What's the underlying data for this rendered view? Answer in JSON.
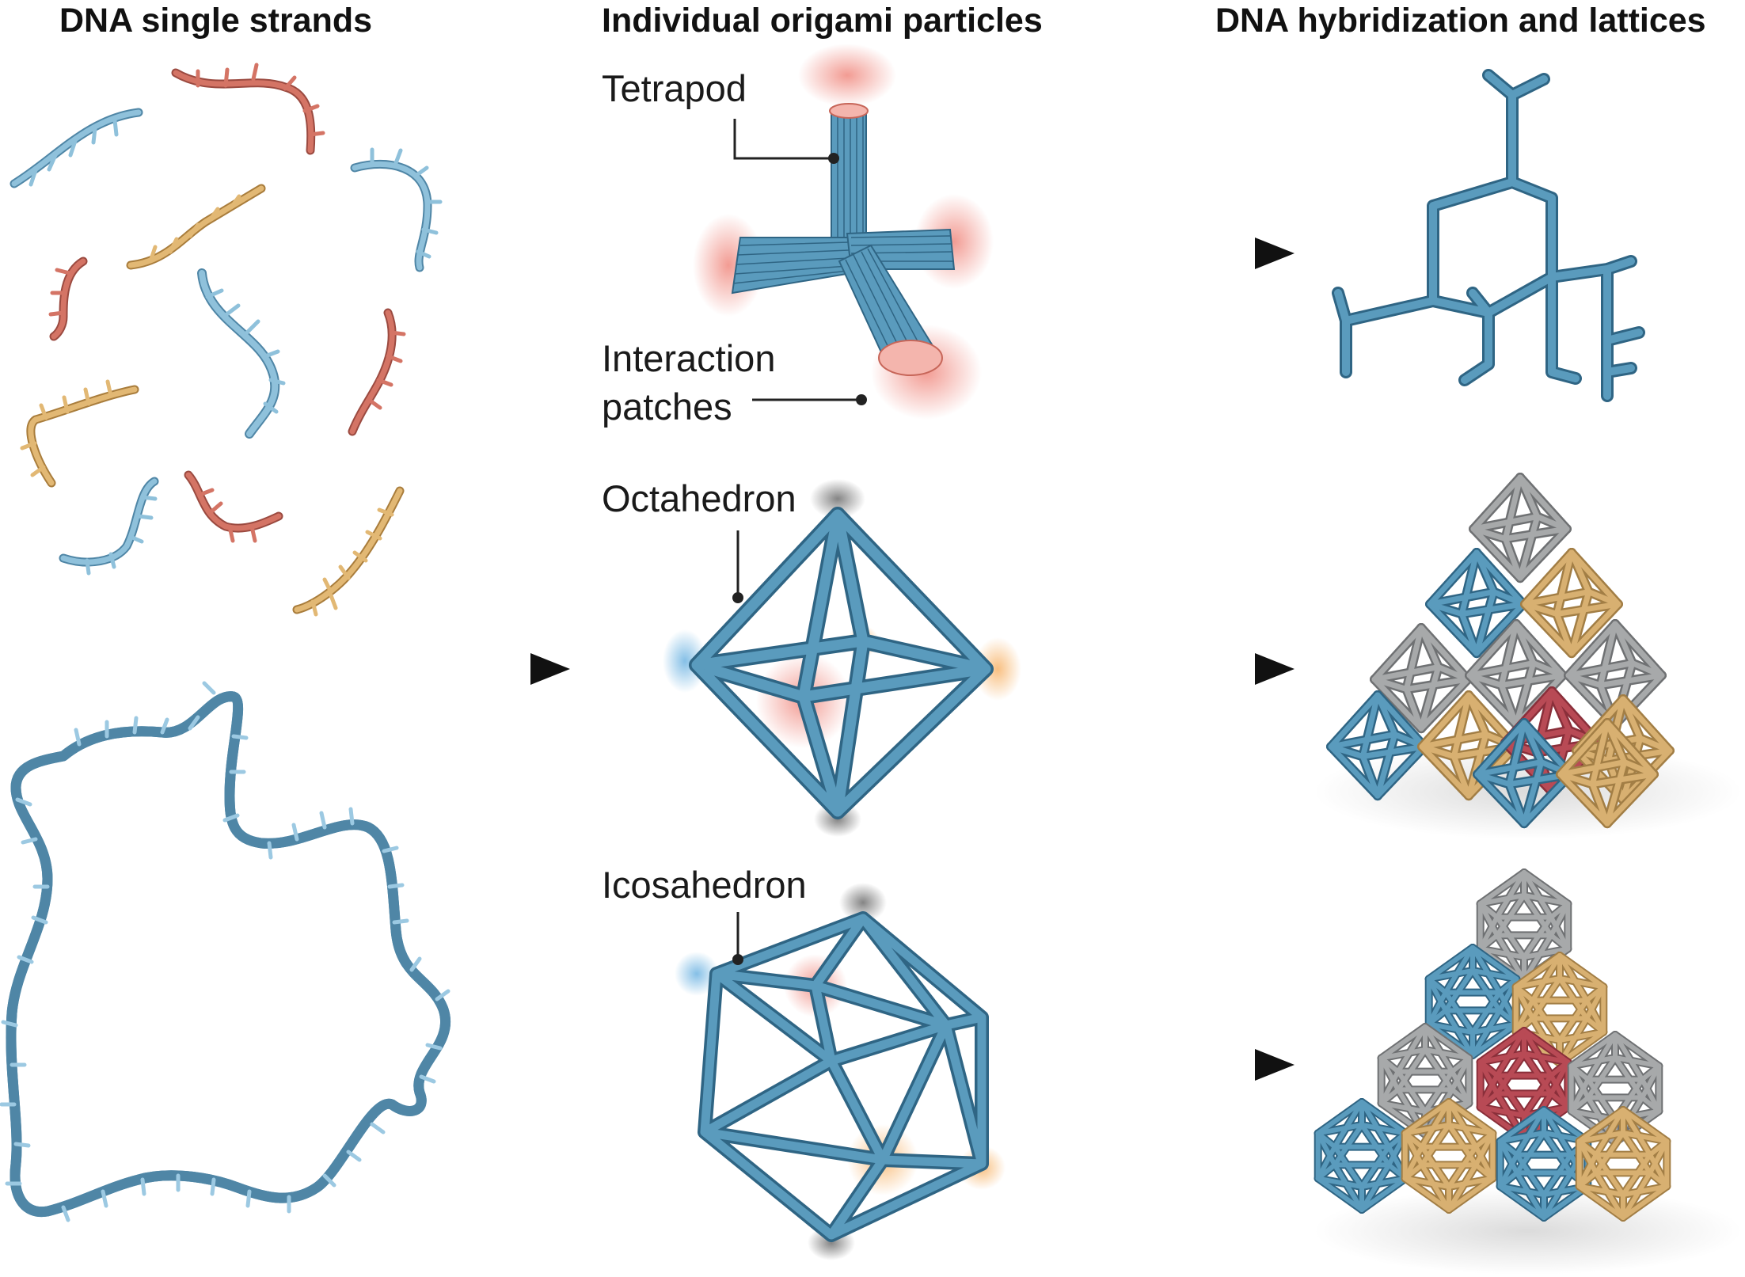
{
  "columns": {
    "strands": "DNA single strands",
    "particles": "Individual origami particles",
    "lattices": "DNA hybridization and lattices"
  },
  "labels": {
    "tetrapod": "Tetrapod",
    "interaction_line1": "Interaction",
    "interaction_line2": "patches",
    "octahedron": "Octahedron",
    "icosahedron": "Icosahedron"
  },
  "colors": {
    "blue": "#5a9bbd",
    "blue_light": "#8fc1db",
    "red": "#c9655a",
    "tan": "#d8b071",
    "gray": "#a7a9aa",
    "crimson": "#b84a55",
    "arrow": "#111111"
  }
}
